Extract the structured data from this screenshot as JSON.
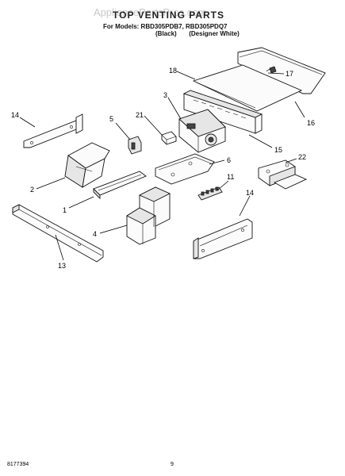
{
  "header": {
    "watermark": "AppliancePartsPros.com",
    "title": "TOP VENTING PARTS",
    "models_line": "For Models: RBD305PDB7, RBD305PDQ7",
    "colors_line": "(Black)       (Designer White)"
  },
  "callouts": [
    {
      "id": "c1",
      "label": "1"
    },
    {
      "id": "c2",
      "label": "2"
    },
    {
      "id": "c3",
      "label": "3"
    },
    {
      "id": "c4",
      "label": "4"
    },
    {
      "id": "c5",
      "label": "5"
    },
    {
      "id": "c6",
      "label": "6"
    },
    {
      "id": "c11",
      "label": "11"
    },
    {
      "id": "c13",
      "label": "13"
    },
    {
      "id": "c14a",
      "label": "14"
    },
    {
      "id": "c14b",
      "label": "14"
    },
    {
      "id": "c15",
      "label": "15"
    },
    {
      "id": "c16",
      "label": "16"
    },
    {
      "id": "c17",
      "label": "17"
    },
    {
      "id": "c18",
      "label": "18"
    },
    {
      "id": "c21",
      "label": "21"
    },
    {
      "id": "c22",
      "label": "22"
    }
  ],
  "footer": {
    "doc_number": "8177394",
    "page_number": "9"
  }
}
